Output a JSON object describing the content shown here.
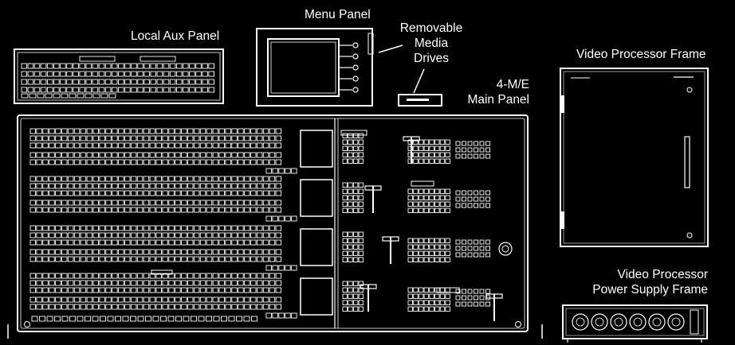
{
  "labels": {
    "local_aux": "Local Aux Panel",
    "menu_panel": "Menu Panel",
    "removable_media": [
      "Removable",
      "Media",
      "Drives"
    ],
    "main_panel": [
      "4-M/E",
      "Main Panel"
    ],
    "video_processor": "Video Processor Frame",
    "power_supply": [
      "Video Processor",
      "Power Supply Frame"
    ]
  },
  "colors": {
    "background": "#000000",
    "line": "#ffffff"
  }
}
